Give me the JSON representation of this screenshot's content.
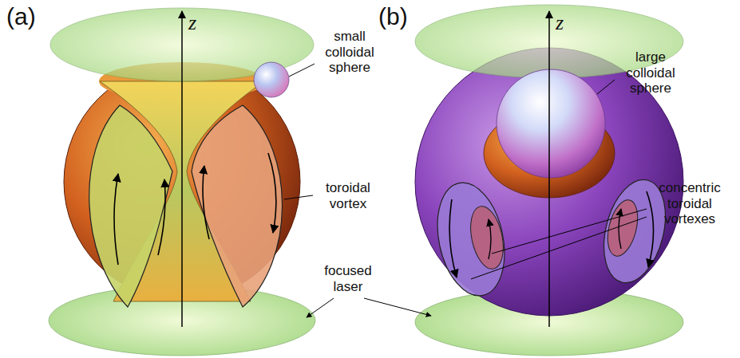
{
  "diagram": {
    "labels": [
      "(a)",
      "z",
      "small colloidal sphere",
      "toroidal vortex",
      "focused laser",
      "(b)",
      "z",
      "large colloidal sphere",
      "concentric toroidal vortexes"
    ]
  }
}
